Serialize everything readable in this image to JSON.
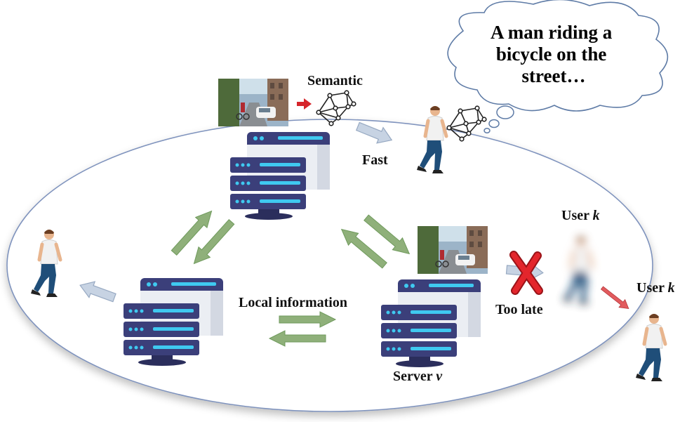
{
  "labels": {
    "semantic": "Semantic",
    "fast": "Fast",
    "local_information": "Local information",
    "too_late": "Too late",
    "user_k_prefix": "User ",
    "user_k_var": "k",
    "user_k2_prefix": "User ",
    "user_k2_var": "k",
    "server_prefix": "Server ",
    "server_var": "v"
  },
  "speech_bubble": {
    "lines": [
      "A man riding a",
      "bicycle on the",
      "street…"
    ]
  },
  "colors": {
    "ellipse_stroke": "#7f93bd",
    "green_arrow": "#8fb07a",
    "green_arrow_stroke": "#6f9a5c",
    "blue_arrow": "#c7d3e3",
    "blue_arrow_stroke": "#97a9c2",
    "red_arrow": "#d6252b",
    "server_body": "#3b3f7a",
    "server_light": "#3fc9f0",
    "x_mark": "#e3262c"
  },
  "icons": {
    "server": "server-rack-icon",
    "person": "walking-person-icon",
    "graph": "semantic-graph-icon",
    "photo": "street-photo-icon",
    "cross": "x-mark-icon"
  }
}
